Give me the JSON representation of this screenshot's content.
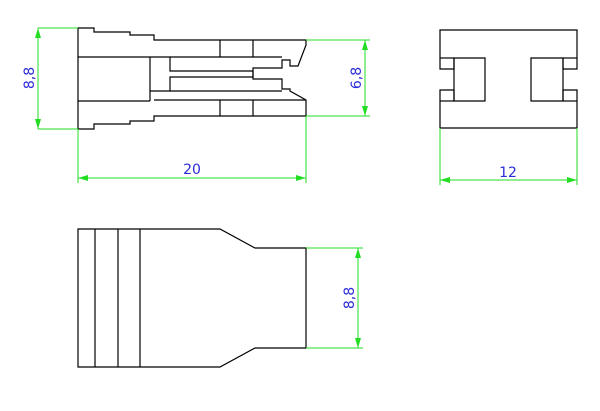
{
  "colors": {
    "outline": "#000000",
    "dimension_line": "#22dd22",
    "dimension_text": "#2b2bd8",
    "background": "#ffffff"
  },
  "views": {
    "front": {
      "dims": {
        "left_height": "8,8",
        "right_height": "6,8",
        "length": "20"
      }
    },
    "side": {
      "dims": {
        "width": "12"
      }
    },
    "top": {
      "dims": {
        "height": "8,8"
      }
    }
  }
}
